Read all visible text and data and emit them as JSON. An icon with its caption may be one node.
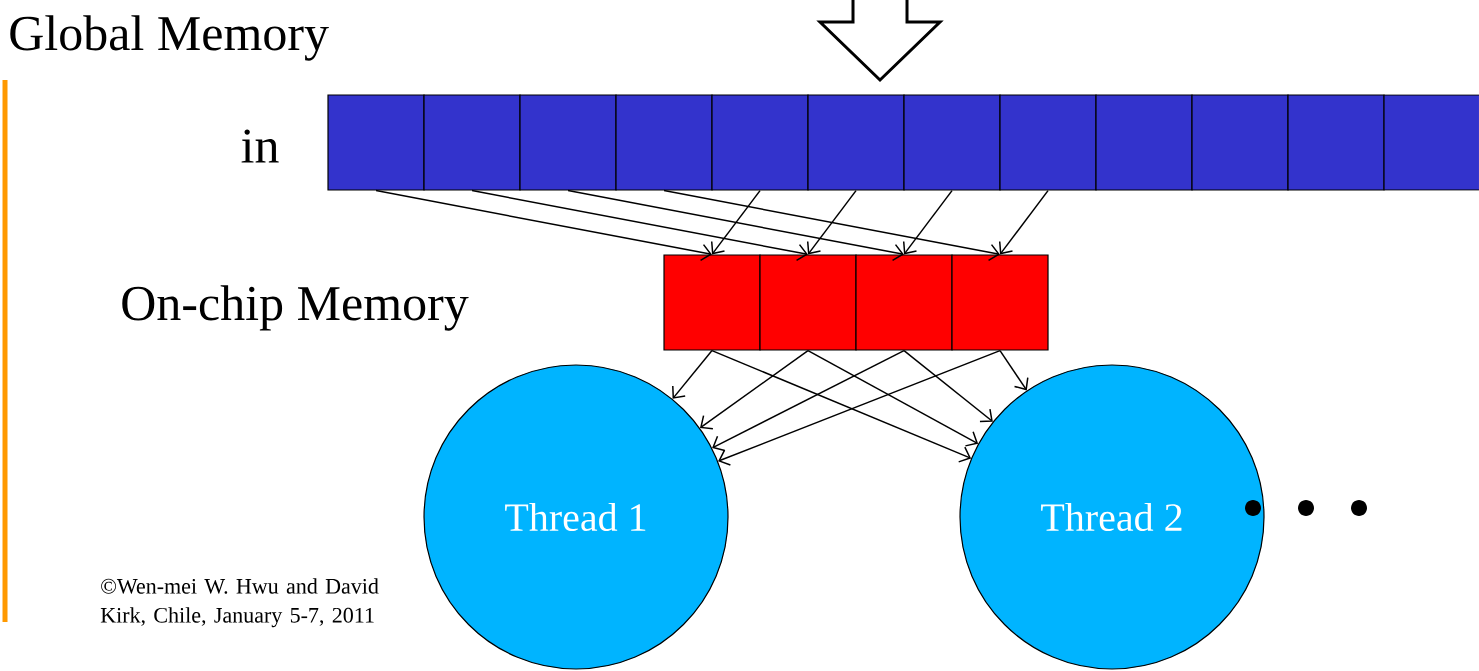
{
  "diagram": {
    "nodes": [
      {
        "text": [],
        "shape": "box"
      },
      {
        "text": [],
        "shape": "box"
      },
      {
        "text": [],
        "shape": "box"
      },
      {
        "text": [],
        "shape": "box"
      },
      {
        "text": [],
        "shape": "box"
      },
      {
        "text": [],
        "shape": "box"
      },
      {
        "text": [],
        "shape": "box"
      },
      {
        "text": [],
        "shape": "box"
      },
      {
        "text": [],
        "shape": "box"
      },
      {
        "text": [],
        "shape": "box"
      },
      {
        "text": [],
        "shape": "box"
      },
      {
        "text": [],
        "shape": "box"
      },
      {
        "text": [],
        "shape": "box"
      },
      {
        "text": [],
        "shape": "box"
      },
      {
        "text": [],
        "shape": "box"
      },
      {
        "text": [],
        "shape": "box"
      },
      {
        "text": [
          "Thread 1"
        ]
      },
      {
        "text": [
          "Thread 2"
        ]
      }
    ],
    "edges": [
      {
        "from": 0,
        "to": 12,
        "arrow": "to"
      },
      {
        "from": 1,
        "to": 13,
        "arrow": "to"
      },
      {
        "from": 2,
        "to": 14,
        "arrow": "to"
      },
      {
        "from": 3,
        "to": 15,
        "arrow": "to"
      },
      {
        "from": 4,
        "to": 12,
        "arrow": "to"
      },
      {
        "from": 5,
        "to": 13,
        "arrow": "to"
      },
      {
        "from": 6,
        "to": 14,
        "arrow": "to"
      },
      {
        "from": 7,
        "to": 15,
        "arrow": "to"
      },
      {
        "from": 12,
        "to": 16,
        "arrow": "to"
      },
      {
        "from": 12,
        "to": 17,
        "arrow": "to"
      },
      {
        "from": 13,
        "to": 16,
        "arrow": "to"
      },
      {
        "from": 13,
        "to": 17,
        "arrow": "to"
      },
      {
        "from": 14,
        "to": 16,
        "arrow": "to"
      },
      {
        "from": 14,
        "to": 17,
        "arrow": "to"
      },
      {
        "from": 15,
        "to": 16,
        "arrow": "to"
      },
      {
        "from": 15,
        "to": 17,
        "arrow": "to"
      }
    ],
    "labels": [
      "Global Memory",
      "in",
      "On-chip Memory",
      "©Wen-mei W. Hwu and David Kirk, Chile, January 5-7, 2011"
    ]
  }
}
